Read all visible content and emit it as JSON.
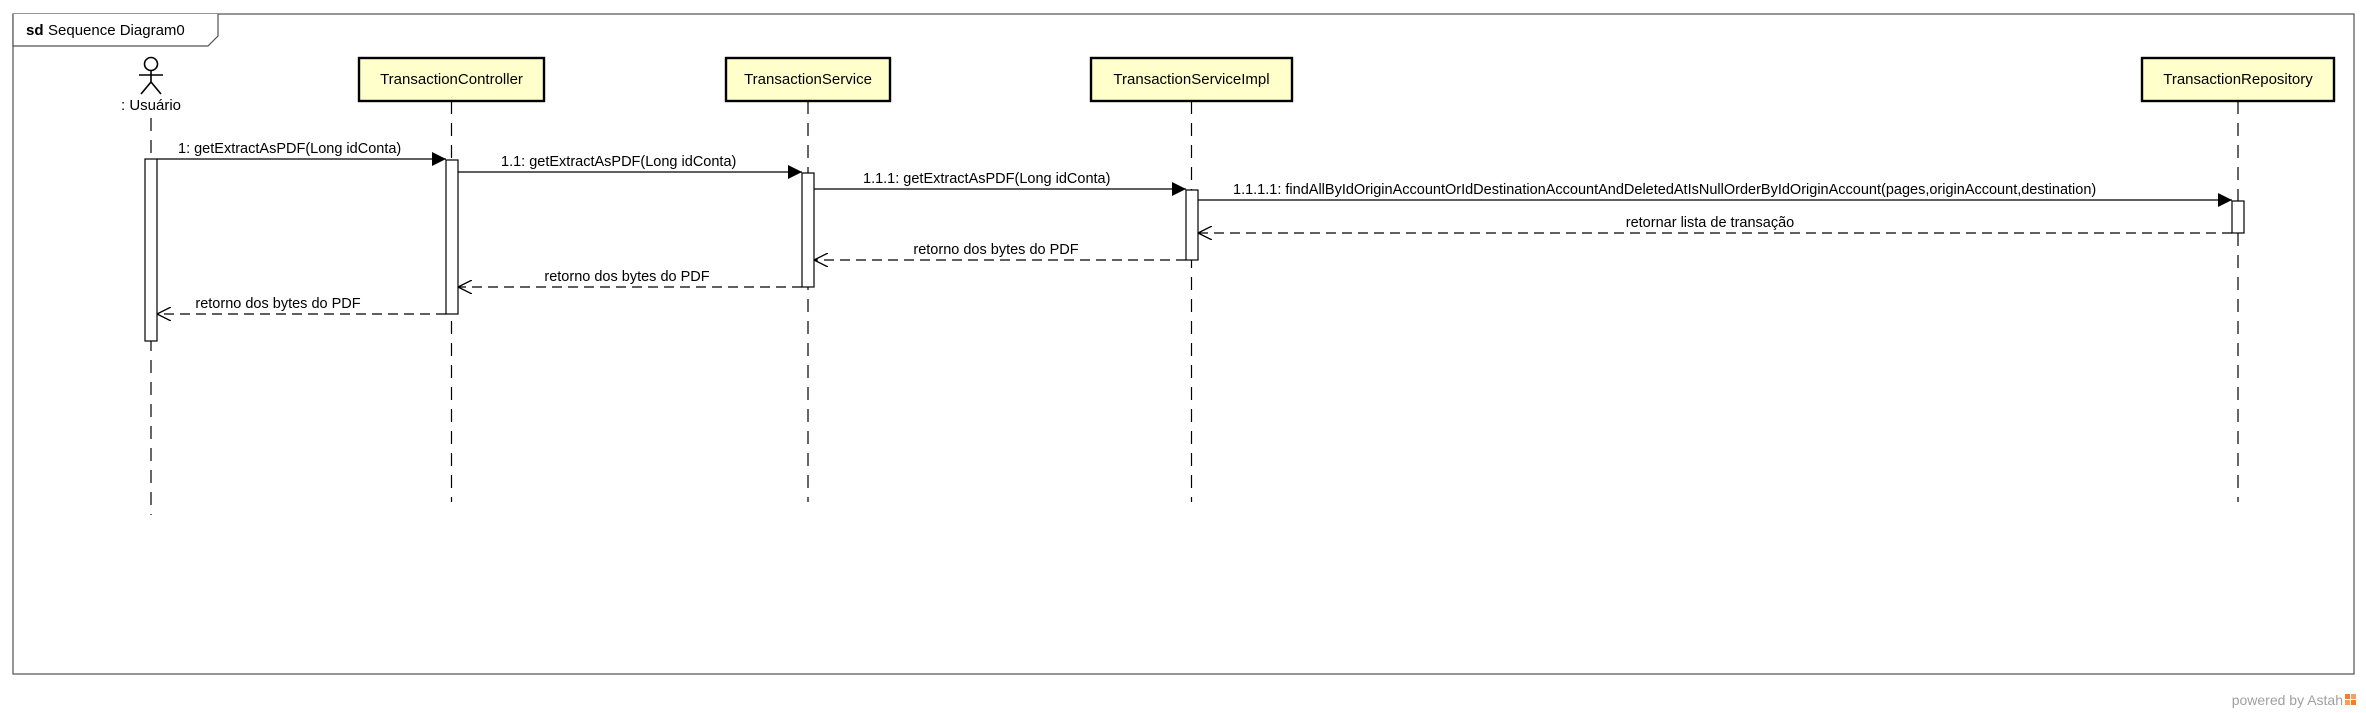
{
  "frame": {
    "keyword": "sd",
    "name": "Sequence Diagram0"
  },
  "actor": {
    "label": ": Usuário",
    "icon": "stick-figure-icon"
  },
  "lifelines": [
    {
      "id": "controller",
      "label": "TransactionController"
    },
    {
      "id": "service",
      "label": "TransactionService"
    },
    {
      "id": "impl",
      "label": "TransactionServiceImpl"
    },
    {
      "id": "repository",
      "label": "TransactionRepository"
    }
  ],
  "messages": [
    {
      "from": "user",
      "to": "controller",
      "kind": "call",
      "label": "1: getExtractAsPDF(Long idConta)"
    },
    {
      "from": "controller",
      "to": "service",
      "kind": "call",
      "label": "1.1: getExtractAsPDF(Long idConta)"
    },
    {
      "from": "service",
      "to": "impl",
      "kind": "call",
      "label": "1.1.1: getExtractAsPDF(Long idConta)"
    },
    {
      "from": "impl",
      "to": "repository",
      "kind": "call",
      "label": "1.1.1.1: findAllByIdOriginAccountOrIdDestinationAccountAndDeletedAtIsNullOrderByIdOriginAccount(pages,originAccount,destination)"
    },
    {
      "from": "repository",
      "to": "impl",
      "kind": "return",
      "label": "retornar lista de transação"
    },
    {
      "from": "impl",
      "to": "service",
      "kind": "return",
      "label": "retorno dos bytes do PDF"
    },
    {
      "from": "service",
      "to": "controller",
      "kind": "return",
      "label": "retorno dos bytes do PDF"
    },
    {
      "from": "controller",
      "to": "user",
      "kind": "return",
      "label": "retorno dos bytes do PDF"
    }
  ],
  "colors": {
    "lifeline_fill": "#ffffcc",
    "line": "#000000",
    "frame_border": "#505050",
    "watermark": "#a0a0a0",
    "logo_accent": "#f08030"
  },
  "watermark": {
    "text": "powered by Astah"
  }
}
